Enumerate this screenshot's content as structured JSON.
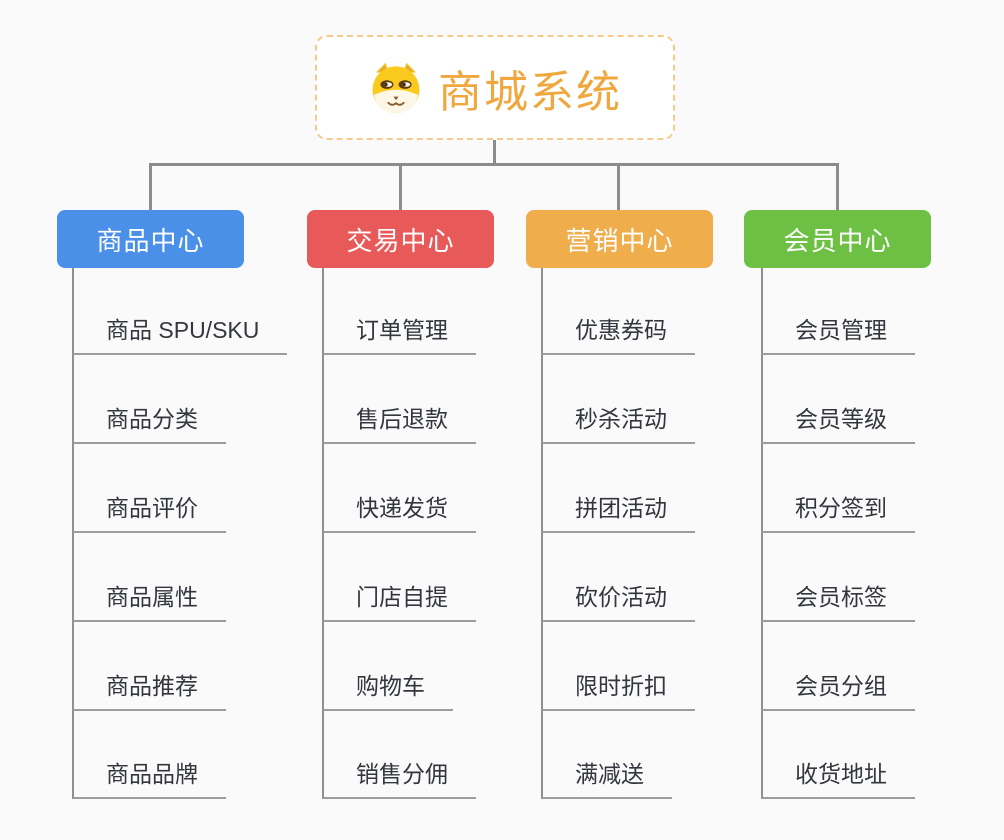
{
  "root": {
    "title": "商城系统",
    "icon": "dog-icon",
    "border_color": "#f6c98c",
    "title_color": "#f0a73e"
  },
  "connector_color": "#8c8c8c",
  "branches": [
    {
      "title": "商品中心",
      "color": "#4a90e8",
      "items": [
        "商品 SPU/SKU",
        "商品分类",
        "商品评价",
        "商品属性",
        "商品推荐",
        "商品品牌"
      ]
    },
    {
      "title": "交易中心",
      "color": "#e85a5a",
      "items": [
        "订单管理",
        "售后退款",
        "快递发货",
        "门店自提",
        "购物车",
        "销售分佣"
      ]
    },
    {
      "title": "营销中心",
      "color": "#efad4b",
      "items": [
        "优惠券码",
        "秒杀活动",
        "拼团活动",
        "砍价活动",
        "限时折扣",
        "满减送"
      ]
    },
    {
      "title": "会员中心",
      "color": "#6ec044",
      "items": [
        "会员管理",
        "会员等级",
        "积分签到",
        "会员标签",
        "会员分组",
        "收货地址"
      ]
    }
  ]
}
